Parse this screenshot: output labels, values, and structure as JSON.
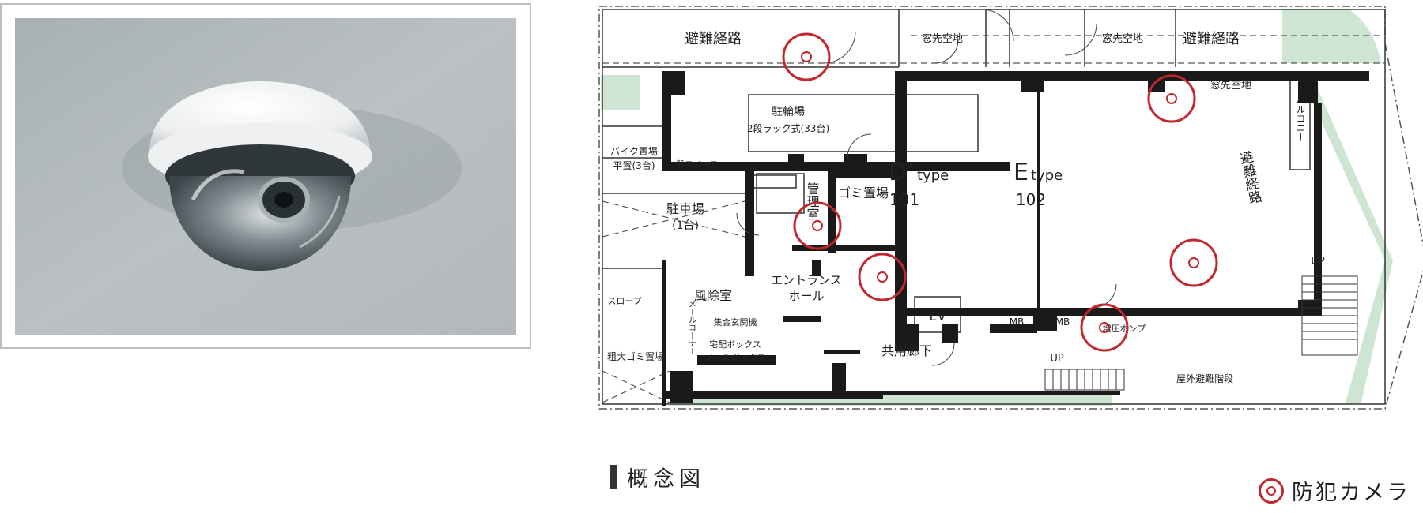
{
  "labels": {
    "evac_left": "避難経路",
    "evac_right": "避難経路",
    "evac_vertical": "避難経路",
    "window_space_1": "窓先空地",
    "window_space_2": "窓先空地",
    "window_space_3": "窓先空地",
    "balcony": "バルコニー",
    "bicycle": "駐輪場",
    "bicycle_sub": "2段ラック式(33台)",
    "bike_parking": "バイク置場",
    "bike_parking_sub": "平置(3台)",
    "board_space": "盤スペース",
    "garbage": "ゴミ置場",
    "parking": "駐車場",
    "parking_sub": "(1台)",
    "manager": "管理室",
    "windbreak": "風除室",
    "entrance": "エントランス",
    "entrance_2": "ホール",
    "slope": "スロープ",
    "intercom": "集合玄関機",
    "mail_corner": "メールコーナー",
    "delivery_box": "宅配ボックス",
    "mail_box": "メールボックス",
    "bulky_garbage": "粗大ゴミ置場",
    "corridor": "共用廊下",
    "ev": "EV",
    "mb1": "MB",
    "mb2": "MB",
    "pump": "増圧ポンプ",
    "up1": "UP",
    "up2": "UP",
    "outdoor_stairs": "屋外避難階段",
    "d_type": "D’",
    "d_type_suffix": "type",
    "d_room": "101",
    "e_type": "E",
    "e_type_suffix": "type",
    "e_room": "102"
  },
  "caption": "概念図",
  "legend": {
    "camera": "防犯カメラ"
  },
  "colors": {
    "camera": "#c1272d",
    "green": "#cfe5d3",
    "wall": "#1a1a1a"
  },
  "icons": {
    "camera_marker": "camera-marker-icon"
  }
}
